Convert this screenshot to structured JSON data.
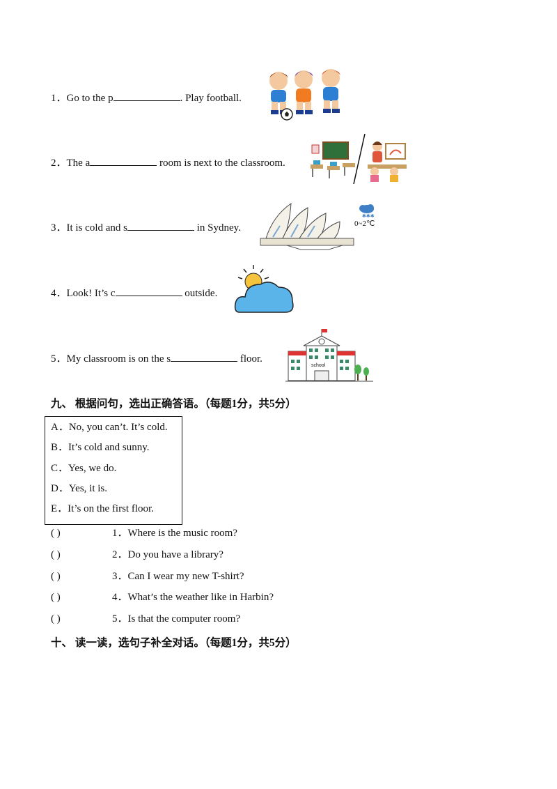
{
  "fill_questions": [
    {
      "number": "1．",
      "before": "Go to the p",
      "after": ". Play football.",
      "image": "kids-playing-football-picture"
    },
    {
      "number": "2．",
      "before": "The a",
      "after": " room is next to the classroom.",
      "image": "classroom-and-art-room-picture"
    },
    {
      "number": "3．",
      "before": "It is cold and s",
      "after": " in Sydney.",
      "image": "sydney-opera-house-picture",
      "weather_label": "0~2℃"
    },
    {
      "number": "4．",
      "before": "Look! It’s c",
      "after": " outside.",
      "image": "sun-behind-cloud-picture"
    },
    {
      "number": "5．",
      "before": "My classroom is on the  s",
      "after": " floor.",
      "image": "school-building-picture",
      "school_sign": "school"
    }
  ],
  "section9": {
    "title": "九、 根据问句，选出正确答语。（每题1分，共5分）",
    "options": [
      "A．No, you can’t. It’s cold.",
      "B．It’s cold and sunny.",
      "C．Yes, we do.",
      "D．Yes, it is.",
      "E．It’s on the first floor."
    ],
    "questions": [
      {
        "paren": "(          )",
        "text": "1．Where is the music room?"
      },
      {
        "paren": "(          )",
        "text": "2．Do you have a library?"
      },
      {
        "paren": "(          )",
        "text": "3．Can I wear my new T-shirt?"
      },
      {
        "paren": "(          )",
        "text": "4．What’s the weather like in Harbin?"
      },
      {
        "paren": "(          )",
        "text": "5．Is that the computer room?"
      }
    ]
  },
  "section10": {
    "title": "十、 读一读，选句子补全对话。（每题1分，共5分）"
  }
}
